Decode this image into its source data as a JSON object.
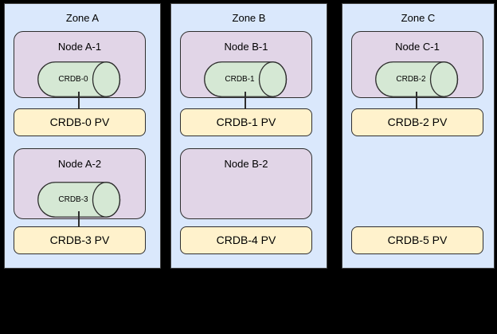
{
  "colors": {
    "canvas_bg": "#000000",
    "zone_fill": "#dae8fc",
    "zone_border": "#424242",
    "node_fill": "#e1d5e7",
    "cylinder_fill": "#d5e8d4",
    "pv_fill": "#fff2cc",
    "shape_border": "#2e2e2e"
  },
  "zones": [
    {
      "label": "Zone A",
      "nodes": [
        {
          "label": "Node A-1",
          "pod": "CRDB-0"
        },
        {
          "label": "Node A-2",
          "pod": "CRDB-3"
        }
      ],
      "pvs": [
        {
          "label": "CRDB-0 PV"
        },
        {
          "label": "CRDB-3 PV"
        }
      ]
    },
    {
      "label": "Zone B",
      "nodes": [
        {
          "label": "Node B-1",
          "pod": "CRDB-1"
        },
        {
          "label": "Node B-2",
          "pod": null
        }
      ],
      "pvs": [
        {
          "label": "CRDB-1 PV"
        },
        {
          "label": "CRDB-4 PV"
        }
      ]
    },
    {
      "label": "Zone C",
      "nodes": [
        {
          "label": "Node C-1",
          "pod": "CRDB-2"
        }
      ],
      "pvs": [
        {
          "label": "CRDB-2 PV"
        },
        {
          "label": "CRDB-5 PV"
        }
      ]
    }
  ]
}
